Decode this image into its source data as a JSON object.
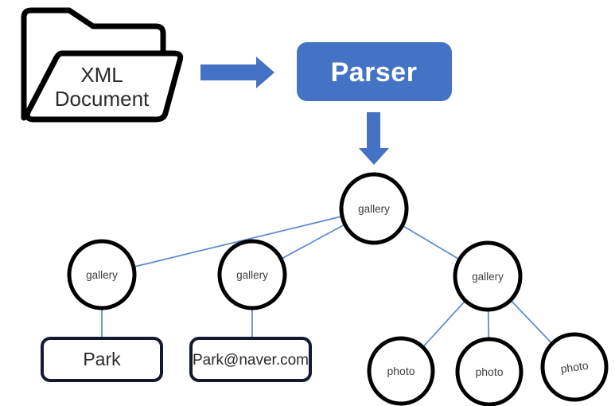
{
  "source_document": {
    "line1": "XML",
    "line2": "Document"
  },
  "parser": {
    "label": "Parser"
  },
  "colors": {
    "accent_blue": "#4472C4",
    "edge_blue": "#5B87D5",
    "node_border": "#000000",
    "box_border": "#131A2E",
    "node_text": "#3F3F3F",
    "parser_text": "#FFFFFF"
  },
  "tree": {
    "root": {
      "label": "gallery"
    },
    "branches": [
      {
        "label": "gallery"
      },
      {
        "label": "gallery"
      },
      {
        "label": "gallery"
      }
    ],
    "value_boxes": [
      {
        "label": "Park"
      },
      {
        "label": "Park@naver.com"
      }
    ],
    "photos": [
      {
        "label": "photo"
      },
      {
        "label": "photo"
      },
      {
        "label": "photo"
      }
    ]
  }
}
